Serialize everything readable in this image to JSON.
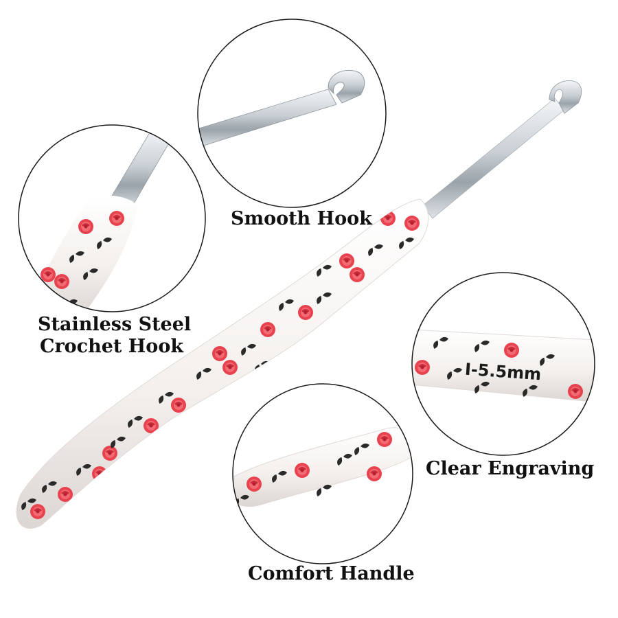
{
  "labels": {
    "smooth_hook": "Smooth Hook",
    "stainless_line1": "Stainless Steel",
    "stainless_line2": "Crochet Hook",
    "comfort_handle": "Comfort Handle",
    "clear_engraving": "Clear Engraving"
  },
  "engraving_text": "I-5.5mm",
  "colors": {
    "background": "#ffffff",
    "circle_outline": "#1a1a1a",
    "handle_white": "#f7f4f2",
    "rose_red": "#e8424f",
    "leaf_black": "#2a2a2a",
    "steel_light": "#e9edf0",
    "steel_dark": "#8f989f"
  }
}
